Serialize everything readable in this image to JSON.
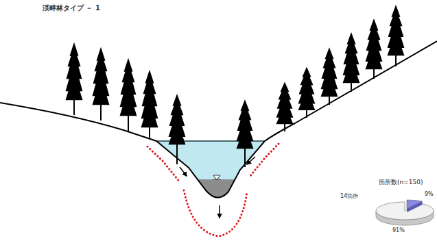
{
  "diagram": {
    "title": "渓畔林タイプ － 1",
    "labels": [
      "箇所数(n=150)",
      "14箇所",
      "9%",
      "91%"
    ]
  }
}
